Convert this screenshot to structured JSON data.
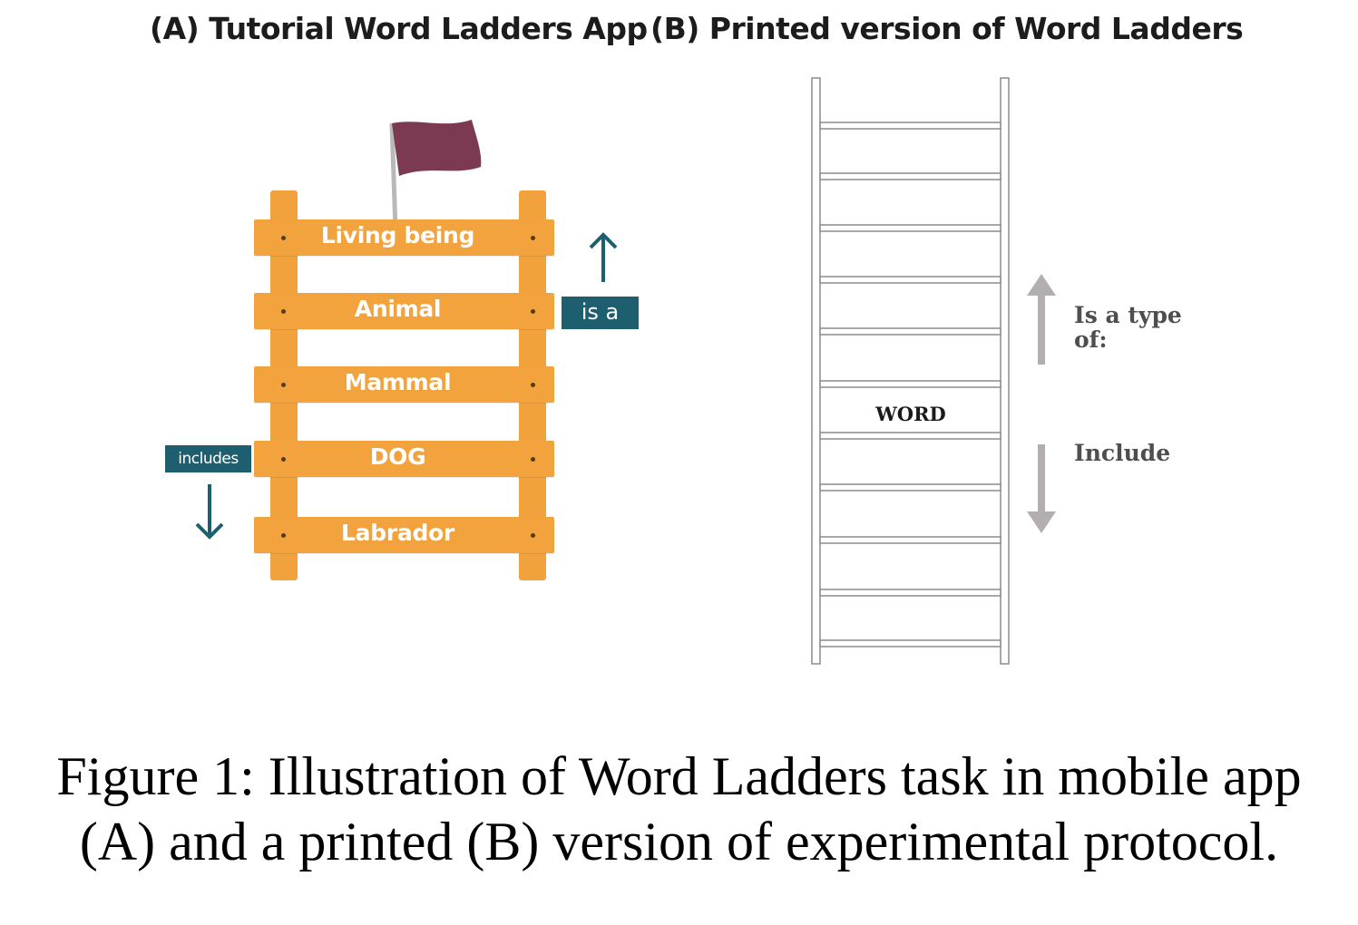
{
  "panel_a": {
    "title": "(A) Tutorial Word Ladders App",
    "rungs": [
      "Living being",
      "Animal",
      "Mammal",
      "DOG",
      "Labrador"
    ],
    "up_tag": "is a",
    "down_tag": "includes",
    "colors": {
      "ladder": "#f3a33d",
      "flag": "#7b3a51",
      "tag": "#1e5f6f"
    }
  },
  "panel_b": {
    "title": "(B) Printed version of Word Ladders",
    "center_word": "WORD",
    "up_label": "Is a type of:",
    "down_label": "Include",
    "colors": {
      "arrow": "#b3aeb1",
      "ladder_stroke": "#8c8c8c"
    }
  },
  "caption": {
    "line1": "Figure 1: Illustration of Word Ladders task in mobile app",
    "line2": "(A) and a printed (B) version of experimental protocol."
  }
}
